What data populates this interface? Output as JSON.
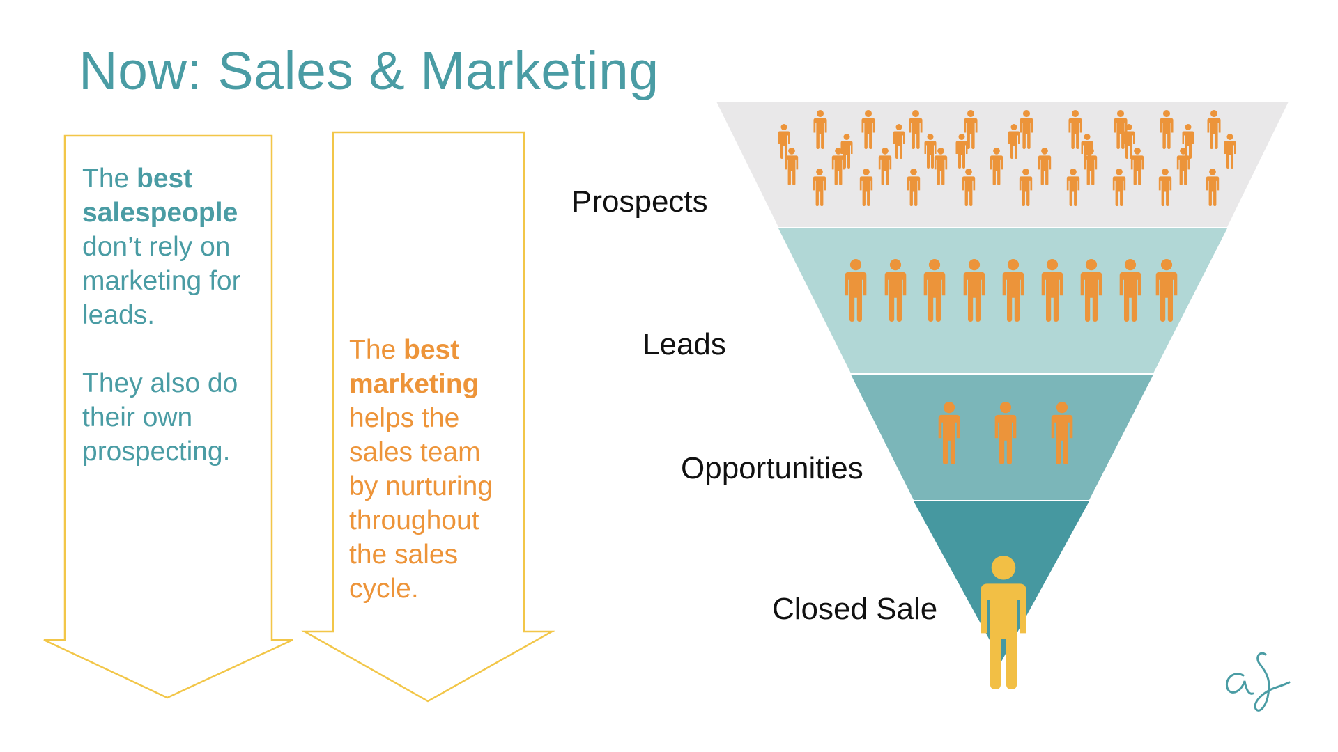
{
  "title": "Now: Sales & Marketing",
  "left_arrow": {
    "outline_color": "#f2c648",
    "text_color": "#4a9ca4",
    "p1_pre": "The ",
    "p1_bold": "best salespeople",
    "p1_post": " don’t rely on marketing for leads.",
    "p2": "They also do their own prospecting."
  },
  "right_arrow": {
    "outline_color": "#f2c648",
    "text_color": "#ed9439",
    "p1_pre": "The ",
    "p1_bold": "best marketing",
    "p1_post": " helps the sales team by nurturing throughout the sales cycle."
  },
  "funnel": {
    "stages": [
      {
        "label": "Prospects",
        "color": "#e9e8e9",
        "people_count": 37,
        "icon": "person-icon"
      },
      {
        "label": "Leads",
        "color": "#b1d7d6",
        "people_count": 9,
        "icon": "person-icon"
      },
      {
        "label": "Opportunities",
        "color": "#7bb6b9",
        "people_count": 3,
        "icon": "person-icon"
      },
      {
        "label": "Closed Sale",
        "color": "#4698a0",
        "people_count": 1,
        "icon": "person-icon"
      }
    ],
    "person_color": "#ec943a",
    "closed_person_color": "#f2bf45"
  },
  "logo": {
    "icon": "signature-logo-icon",
    "color": "#4a9ca4"
  }
}
